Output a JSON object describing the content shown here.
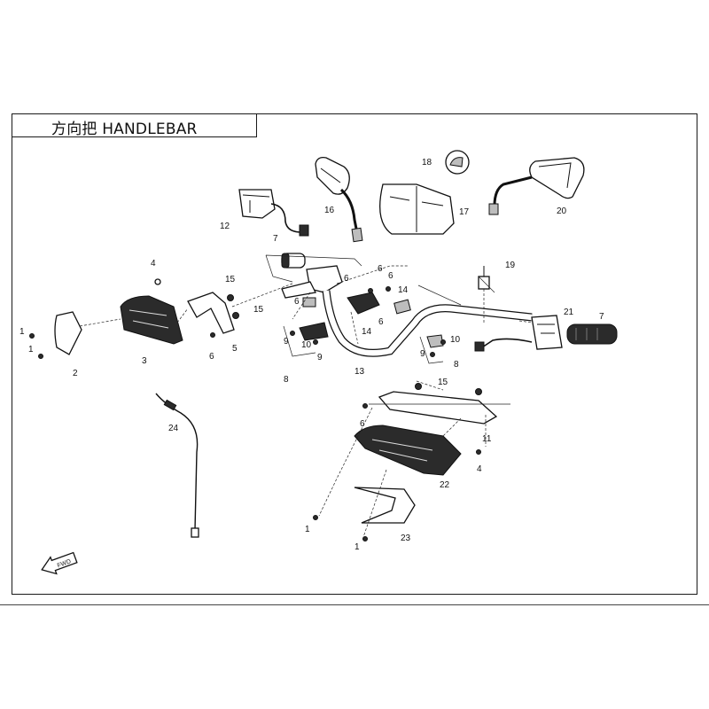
{
  "title": "方向把 HANDLEBAR",
  "fwd_label": "FWD",
  "callouts": [
    {
      "id": "c18",
      "label": "18"
    },
    {
      "id": "c16",
      "label": "16"
    },
    {
      "id": "c17",
      "label": "17"
    },
    {
      "id": "c20",
      "label": "20"
    },
    {
      "id": "c12",
      "label": "12"
    },
    {
      "id": "c7a",
      "label": "7"
    },
    {
      "id": "c4a",
      "label": "4"
    },
    {
      "id": "c15a",
      "label": "15"
    },
    {
      "id": "c15b",
      "label": "15"
    },
    {
      "id": "c6a",
      "label": "6"
    },
    {
      "id": "c6b",
      "label": "6"
    },
    {
      "id": "c6c",
      "label": "6"
    },
    {
      "id": "c6d",
      "label": "6"
    },
    {
      "id": "c6e",
      "label": "6"
    },
    {
      "id": "c14a",
      "label": "14"
    },
    {
      "id": "c14b",
      "label": "14"
    },
    {
      "id": "c19",
      "label": "19"
    },
    {
      "id": "c21",
      "label": "21"
    },
    {
      "id": "c7b",
      "label": "7"
    },
    {
      "id": "c1a",
      "label": "1"
    },
    {
      "id": "c1b",
      "label": "1"
    },
    {
      "id": "c3",
      "label": "3"
    },
    {
      "id": "c2",
      "label": "2"
    },
    {
      "id": "c6f",
      "label": "6"
    },
    {
      "id": "c5",
      "label": "5"
    },
    {
      "id": "c9a",
      "label": "9"
    },
    {
      "id": "c10a",
      "label": "10"
    },
    {
      "id": "c9b",
      "label": "9"
    },
    {
      "id": "c8a",
      "label": "8"
    },
    {
      "id": "c13",
      "label": "13"
    },
    {
      "id": "c10b",
      "label": "10"
    },
    {
      "id": "c9c",
      "label": "9"
    },
    {
      "id": "c8b",
      "label": "8"
    },
    {
      "id": "c15c",
      "label": "15"
    },
    {
      "id": "c6g",
      "label": "6"
    },
    {
      "id": "c11",
      "label": "11"
    },
    {
      "id": "c4b",
      "label": "4"
    },
    {
      "id": "c24",
      "label": "24"
    },
    {
      "id": "c22",
      "label": "22"
    },
    {
      "id": "c1c",
      "label": "1"
    },
    {
      "id": "c23",
      "label": "23"
    },
    {
      "id": "c1d",
      "label": "1"
    }
  ]
}
